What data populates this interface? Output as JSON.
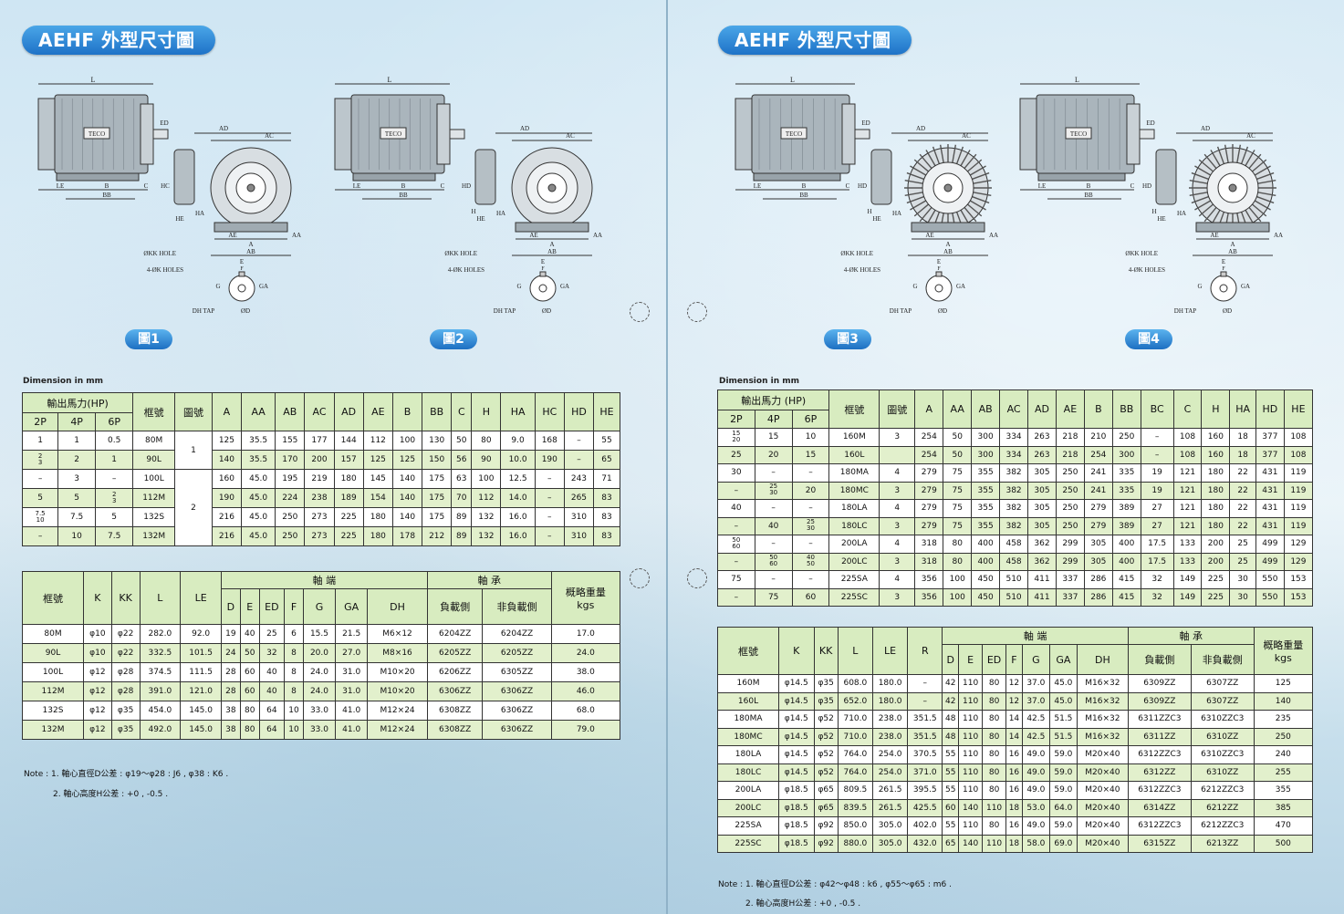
{
  "left": {
    "title": "AEHF 外型尺寸圖",
    "figures": [
      "圖1",
      "圖2"
    ],
    "dimension_caption": "Dimension  in  mm",
    "drawing_labels": {
      "fig1": {
        "L": "L",
        "ED": "ED",
        "AD": "AD",
        "AC": "AC",
        "HC": "HC",
        "HE": "HE",
        "HA": "HA",
        "LE": "LE",
        "B": "B",
        "C": "C",
        "BB": "BB",
        "AE": "AE",
        "A": "A",
        "AB": "AB",
        "AA": "AA",
        "kk": "ØKK HOLE",
        "k": "4-ØK HOLES",
        "E": "E",
        "F": "F",
        "G": "G",
        "GA": "GA",
        "dh": "DH TAP",
        "d": "ØD",
        "brand": "TECO"
      },
      "fig2": {
        "L": "L",
        "AD": "AD",
        "AC": "AC",
        "HD": "HD",
        "HE": "HE",
        "H": "H",
        "HA": "HA",
        "LE": "LE",
        "B": "B",
        "C": "C",
        "BB": "BB",
        "AE": "AE",
        "A": "A",
        "AB": "AB",
        "AA": "AA",
        "kk": "ØKK HOLE",
        "k": "4-ØK HOLES",
        "E": "E",
        "F": "F",
        "G": "G",
        "GA": "GA",
        "dh": "DH TAP",
        "d": "ØD",
        "brand": "TECO"
      }
    },
    "table1": {
      "h_hp": "輸出馬力(HP)",
      "h_2p": "2P",
      "h_4p": "4P",
      "h_6p": "6P",
      "h_frame": "框號",
      "h_fig": "圖號",
      "cols": [
        "A",
        "AA",
        "AB",
        "AC",
        "AD",
        "AE",
        "B",
        "BB",
        "C",
        "H",
        "HA",
        "HC",
        "HD",
        "HE"
      ],
      "rows": [
        [
          "1",
          "1",
          "0.5",
          "80M",
          "1",
          "125",
          "35.5",
          "155",
          "177",
          "144",
          "112",
          "100",
          "130",
          "50",
          "80",
          "9.0",
          "168",
          "–",
          "55"
        ],
        [
          "2/3",
          "2",
          "1",
          "90L",
          "",
          "140",
          "35.5",
          "170",
          "200",
          "157",
          "125",
          "125",
          "150",
          "56",
          "90",
          "10.0",
          "190",
          "–",
          "65"
        ],
        [
          "–",
          "3",
          "–",
          "100L",
          "2",
          "160",
          "45.0",
          "195",
          "219",
          "180",
          "145",
          "140",
          "175",
          "63",
          "100",
          "12.5",
          "–",
          "243",
          "71"
        ],
        [
          "5",
          "5",
          "2/3",
          "112M",
          "",
          "190",
          "45.0",
          "224",
          "238",
          "189",
          "154",
          "140",
          "175",
          "70",
          "112",
          "14.0",
          "–",
          "265",
          "83"
        ],
        [
          "7.5/10",
          "7.5",
          "5",
          "132S",
          "",
          "216",
          "45.0",
          "250",
          "273",
          "225",
          "180",
          "140",
          "175",
          "89",
          "132",
          "16.0",
          "–",
          "310",
          "83"
        ],
        [
          "–",
          "10",
          "7.5",
          "132M",
          "",
          "216",
          "45.0",
          "250",
          "273",
          "225",
          "180",
          "178",
          "212",
          "89",
          "132",
          "16.0",
          "–",
          "310",
          "83"
        ]
      ]
    },
    "table2": {
      "h_frame": "框號",
      "h_k": "K",
      "h_kk": "KK",
      "h_l": "L",
      "h_le": "LE",
      "h_shaft": "軸 端",
      "h_bearing": "軸 承",
      "h_weight": "概略重量",
      "h_kgs": "kgs",
      "shaft_cols": [
        "D",
        "E",
        "ED",
        "F",
        "G",
        "GA",
        "DH"
      ],
      "bearing_cols": [
        "負載側",
        "非負載側"
      ],
      "rows": [
        [
          "80M",
          "φ10",
          "φ22",
          "282.0",
          "92.0",
          "19",
          "40",
          "25",
          "6",
          "15.5",
          "21.5",
          "M6×12",
          "6204ZZ",
          "6204ZZ",
          "17.0"
        ],
        [
          "90L",
          "φ10",
          "φ22",
          "332.5",
          "101.5",
          "24",
          "50",
          "32",
          "8",
          "20.0",
          "27.0",
          "M8×16",
          "6205ZZ",
          "6205ZZ",
          "24.0"
        ],
        [
          "100L",
          "φ12",
          "φ28",
          "374.5",
          "111.5",
          "28",
          "60",
          "40",
          "8",
          "24.0",
          "31.0",
          "M10×20",
          "6206ZZ",
          "6305ZZ",
          "38.0"
        ],
        [
          "112M",
          "φ12",
          "φ28",
          "391.0",
          "121.0",
          "28",
          "60",
          "40",
          "8",
          "24.0",
          "31.0",
          "M10×20",
          "6306ZZ",
          "6306ZZ",
          "46.0"
        ],
        [
          "132S",
          "φ12",
          "φ35",
          "454.0",
          "145.0",
          "38",
          "80",
          "64",
          "10",
          "33.0",
          "41.0",
          "M12×24",
          "6308ZZ",
          "6306ZZ",
          "68.0"
        ],
        [
          "132M",
          "φ12",
          "φ35",
          "492.0",
          "145.0",
          "38",
          "80",
          "64",
          "10",
          "33.0",
          "41.0",
          "M12×24",
          "6308ZZ",
          "6306ZZ",
          "79.0"
        ]
      ]
    },
    "notes": [
      "Note : 1. 軸心直徑D公差 : φ19～φ28 : J6 , φ38 : K6 .",
      "2. 軸心高度H公差 : +0 , -0.5 ."
    ]
  },
  "right": {
    "title": "AEHF 外型尺寸圖",
    "figures": [
      "圖3",
      "圖4"
    ],
    "dimension_caption": "Dimension  in  mm",
    "drawing_labels": {
      "fig3": {
        "L": "L",
        "ED": "ED",
        "AD": "AD",
        "AC": "AC",
        "HD": "HD",
        "HE": "HE",
        "H": "H",
        "HA": "HA",
        "LE": "LE",
        "B": "B",
        "C": "C",
        "BB": "BB",
        "AE": "AE",
        "A": "A",
        "AB": "AB",
        "AA": "AA",
        "kk": "ØKK HOLE",
        "k": "4-ØK HOLES",
        "E": "E",
        "F": "F",
        "G": "G",
        "GA": "GA",
        "dh": "DH TAP",
        "d": "ØD",
        "brand": "TECO"
      },
      "fig4": {
        "L": "L",
        "ED": "ED",
        "AD": "AD",
        "AC": "AC",
        "HD": "HD",
        "HE": "HE",
        "H": "H",
        "HA": "HA",
        "LE": "LE",
        "B": "B",
        "C": "C",
        "BB": "BB",
        "AE": "AE",
        "A": "A",
        "AB": "AB",
        "AA": "AA",
        "kk": "ØKK HOLE",
        "k": "4-ØK HOLES",
        "E": "E",
        "F": "F",
        "G": "G",
        "GA": "GA",
        "dh": "DH TAP",
        "d": "ØD",
        "brand": "TECO"
      }
    },
    "table1": {
      "h_hp": "輸出馬力 (HP)",
      "h_2p": "2P",
      "h_4p": "4P",
      "h_6p": "6P",
      "h_frame": "框號",
      "h_fig": "圖號",
      "cols": [
        "A",
        "AA",
        "AB",
        "AC",
        "AD",
        "AE",
        "B",
        "BB",
        "BC",
        "C",
        "H",
        "HA",
        "HD",
        "HE"
      ],
      "rows": [
        [
          "15/20",
          "15",
          "10",
          "160M",
          "3",
          "254",
          "50",
          "300",
          "334",
          "263",
          "218",
          "210",
          "250",
          "–",
          "108",
          "160",
          "18",
          "377",
          "108"
        ],
        [
          "25",
          "20",
          "15",
          "160L",
          "",
          "254",
          "50",
          "300",
          "334",
          "263",
          "218",
          "254",
          "300",
          "–",
          "108",
          "160",
          "18",
          "377",
          "108"
        ],
        [
          "30",
          "–",
          "–",
          "180MA",
          "4",
          "279",
          "75",
          "355",
          "382",
          "305",
          "250",
          "241",
          "335",
          "19",
          "121",
          "180",
          "22",
          "431",
          "119"
        ],
        [
          "–",
          "25/30",
          "20",
          "180MC",
          "3",
          "279",
          "75",
          "355",
          "382",
          "305",
          "250",
          "241",
          "335",
          "19",
          "121",
          "180",
          "22",
          "431",
          "119"
        ],
        [
          "40",
          "–",
          "–",
          "180LA",
          "4",
          "279",
          "75",
          "355",
          "382",
          "305",
          "250",
          "279",
          "389",
          "27",
          "121",
          "180",
          "22",
          "431",
          "119"
        ],
        [
          "–",
          "40",
          "25/30",
          "180LC",
          "3",
          "279",
          "75",
          "355",
          "382",
          "305",
          "250",
          "279",
          "389",
          "27",
          "121",
          "180",
          "22",
          "431",
          "119"
        ],
        [
          "50/60",
          "–",
          "–",
          "200LA",
          "4",
          "318",
          "80",
          "400",
          "458",
          "362",
          "299",
          "305",
          "400",
          "17.5",
          "133",
          "200",
          "25",
          "499",
          "129"
        ],
        [
          "–",
          "50/60",
          "40/50",
          "200LC",
          "3",
          "318",
          "80",
          "400",
          "458",
          "362",
          "299",
          "305",
          "400",
          "17.5",
          "133",
          "200",
          "25",
          "499",
          "129"
        ],
        [
          "75",
          "–",
          "–",
          "225SA",
          "4",
          "356",
          "100",
          "450",
          "510",
          "411",
          "337",
          "286",
          "415",
          "32",
          "149",
          "225",
          "30",
          "550",
          "153"
        ],
        [
          "–",
          "75",
          "60",
          "225SC",
          "3",
          "356",
          "100",
          "450",
          "510",
          "411",
          "337",
          "286",
          "415",
          "32",
          "149",
          "225",
          "30",
          "550",
          "153"
        ]
      ]
    },
    "table2": {
      "h_frame": "框號",
      "h_k": "K",
      "h_kk": "KK",
      "h_l": "L",
      "h_le": "LE",
      "h_r": "R",
      "h_shaft": "軸 端",
      "h_bearing": "軸 承",
      "h_weight": "概略重量",
      "h_kgs": "kgs",
      "shaft_cols": [
        "D",
        "E",
        "ED",
        "F",
        "G",
        "GA",
        "DH"
      ],
      "bearing_cols": [
        "負載側",
        "非負載側"
      ],
      "rows": [
        [
          "160M",
          "φ14.5",
          "φ35",
          "608.0",
          "180.0",
          "–",
          "42",
          "110",
          "80",
          "12",
          "37.0",
          "45.0",
          "M16×32",
          "6309ZZ",
          "6307ZZ",
          "125"
        ],
        [
          "160L",
          "φ14.5",
          "φ35",
          "652.0",
          "180.0",
          "–",
          "42",
          "110",
          "80",
          "12",
          "37.0",
          "45.0",
          "M16×32",
          "6309ZZ",
          "6307ZZ",
          "140"
        ],
        [
          "180MA",
          "φ14.5",
          "φ52",
          "710.0",
          "238.0",
          "351.5",
          "48",
          "110",
          "80",
          "14",
          "42.5",
          "51.5",
          "M16×32",
          "6311ZZC3",
          "6310ZZC3",
          "235"
        ],
        [
          "180MC",
          "φ14.5",
          "φ52",
          "710.0",
          "238.0",
          "351.5",
          "48",
          "110",
          "80",
          "14",
          "42.5",
          "51.5",
          "M16×32",
          "6311ZZ",
          "6310ZZ",
          "250"
        ],
        [
          "180LA",
          "φ14.5",
          "φ52",
          "764.0",
          "254.0",
          "370.5",
          "55",
          "110",
          "80",
          "16",
          "49.0",
          "59.0",
          "M20×40",
          "6312ZZC3",
          "6310ZZC3",
          "240"
        ],
        [
          "180LC",
          "φ14.5",
          "φ52",
          "764.0",
          "254.0",
          "371.0",
          "55",
          "110",
          "80",
          "16",
          "49.0",
          "59.0",
          "M20×40",
          "6312ZZ",
          "6310ZZ",
          "255"
        ],
        [
          "200LA",
          "φ18.5",
          "φ65",
          "809.5",
          "261.5",
          "395.5",
          "55",
          "110",
          "80",
          "16",
          "49.0",
          "59.0",
          "M20×40",
          "6312ZZC3",
          "6212ZZC3",
          "355"
        ],
        [
          "200LC",
          "φ18.5",
          "φ65",
          "839.5",
          "261.5",
          "425.5",
          "60",
          "140",
          "110",
          "18",
          "53.0",
          "64.0",
          "M20×40",
          "6314ZZ",
          "6212ZZ",
          "385"
        ],
        [
          "225SA",
          "φ18.5",
          "φ92",
          "850.0",
          "305.0",
          "402.0",
          "55",
          "110",
          "80",
          "16",
          "49.0",
          "59.0",
          "M20×40",
          "6312ZZC3",
          "6212ZZC3",
          "470"
        ],
        [
          "225SC",
          "φ18.5",
          "φ92",
          "880.0",
          "305.0",
          "432.0",
          "65",
          "140",
          "110",
          "18",
          "58.0",
          "69.0",
          "M20×40",
          "6315ZZ",
          "6213ZZ",
          "500"
        ]
      ]
    },
    "notes": [
      "Note : 1. 軸心直徑D公差 : φ42～φ48 : k6 , φ55～φ65 : m6 .",
      "2. 軸心高度H公差 : +0 , -0.5 ."
    ]
  }
}
